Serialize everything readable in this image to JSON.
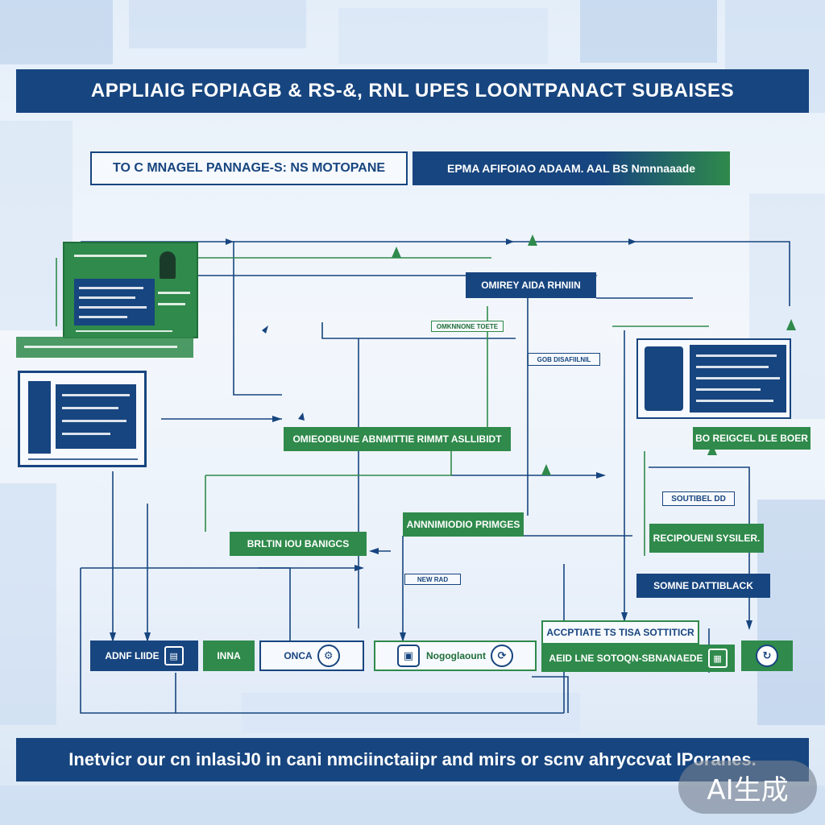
{
  "header": {
    "title": "APPLIAIG FOPIAGB & RS-&, RNL UPES LOONTPANACT SUBAISES",
    "subtitle_left": "TO C MNAGEL PANNAGE-S: NS MOTOPANE",
    "subtitle_right": "EPMA AFIFOIAO ADAAM. AAL BS Nmnnaaade"
  },
  "diagram": {
    "top_center_label": "OMIREY AIDA RHNIIN",
    "mid_left_label": "OMIEODBUNE ABNMITTIE RIMMT ASLLIBIDT",
    "mid_center_label": "ANNNIMIODIO PRIMGES",
    "lower_left_label": "BRLTIN IOU BANIGCS",
    "right_label_1": "BO REIGCEL DLE BOER",
    "right_label_2": "SOUTIBEL DD",
    "right_label_3": "RECIPOUENI SYSILER.",
    "right_label_4": "SOMNE DATTIBLACK",
    "center_bottom_label": "ACCPTIATE TS TISA SOTTITICR",
    "center_bottom_label_2": "AEID LNE SOTOQN-SBNANAEDE",
    "bottom_nodes": [
      {
        "label": "ADNF LIIDE"
      },
      {
        "label": "INNA"
      },
      {
        "label": "ONCA"
      },
      {
        "label": "Nogoglaount"
      }
    ],
    "small_text_1": "OMKNNONE TOETE",
    "small_text_2": "GOB DISAFIILNIL",
    "small_text_3": "NEW RAD"
  },
  "footer": {
    "text": "Inetvicr our cn inlasiJ0 in cani nmciinctaiipr and mirs or scnv ahryccvat IPoranes."
  },
  "badge": {
    "text": "AI生成"
  }
}
